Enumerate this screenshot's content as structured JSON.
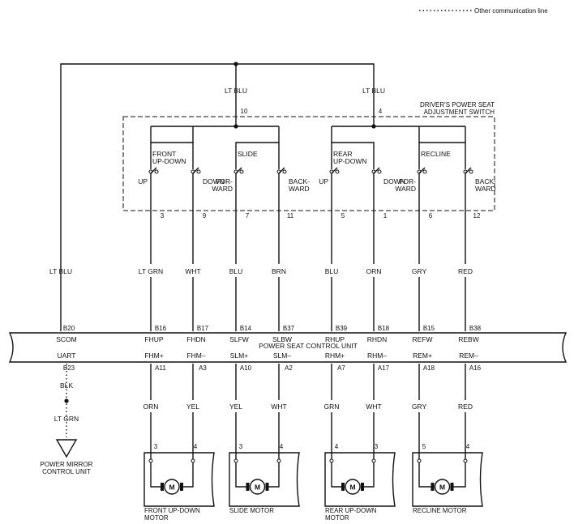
{
  "legend": {
    "text": "Other communication line"
  },
  "switch": {
    "title_line1": "DRIVER'S POWER SEAT",
    "title_line2": "ADJUSTMENT SWITCH",
    "feed_left": {
      "wire": "LT BLU",
      "pin": "10"
    },
    "feed_right": {
      "wire": "LT BLU",
      "pin": "4"
    },
    "groups": [
      {
        "line1": "FRONT",
        "line2": "UP-DOWN",
        "a1": "UP",
        "a2": "",
        "b1": "DOWN",
        "b2": ""
      },
      {
        "line1": "SLIDE",
        "line2": "",
        "a1": "FOR-",
        "a2": "WARD",
        "b1": "BACK-",
        "b2": "WARD"
      },
      {
        "line1": "REAR",
        "line2": "UP-DOWN",
        "a1": "UP",
        "a2": "",
        "b1": "DOWN",
        "b2": ""
      },
      {
        "line1": "RECLINE",
        "line2": "",
        "a1": "FOR-",
        "a2": "WARD",
        "b1": "BACK-",
        "b2": "WARD"
      }
    ],
    "pins": [
      "3",
      "9",
      "7",
      "11",
      "5",
      "1",
      "6",
      "12"
    ]
  },
  "upper_wires": [
    "LT GRN",
    "WHT",
    "BLU",
    "BRN",
    "BLU",
    "ORN",
    "GRY",
    "RED"
  ],
  "left_wire": {
    "color": "LT BLU",
    "top_pin": "B20",
    "top_signal": "SCOM",
    "bottom_signal": "UART",
    "bottom_pin": "B23"
  },
  "unit": {
    "name": "POWER SEAT CONTROL UNIT",
    "top_pins": [
      "B16",
      "B17",
      "B14",
      "B37",
      "B39",
      "B18",
      "B15",
      "B38"
    ],
    "top_signals": [
      "FHUP",
      "FHDN",
      "SLFW",
      "SLBW",
      "RHUP",
      "RHDN",
      "REFW",
      "REBW"
    ],
    "bottom_signals": [
      "FHM+",
      "FHM–",
      "SLM+",
      "SLM–",
      "RHM+",
      "RHM–",
      "REM+",
      "REM–"
    ],
    "bottom_pins": [
      "A11",
      "A3",
      "A10",
      "A2",
      "A7",
      "A17",
      "A18",
      "A16"
    ]
  },
  "lower_wires": [
    "ORN",
    "YEL",
    "YEL",
    "WHT",
    "GRN",
    "WHT",
    "GRY",
    "RED"
  ],
  "uart_wires": [
    "BLK",
    "LT GRN"
  ],
  "mirror_unit": {
    "line1": "POWER MIRROR",
    "line2": "CONTROL UNIT"
  },
  "motors": [
    {
      "pins": [
        "3",
        "4"
      ],
      "label_line1": "FRONT UP-DOWN",
      "label_line2": "MOTOR",
      "symbol": "M"
    },
    {
      "pins": [
        "3",
        "4"
      ],
      "label_line1": "SLIDE MOTOR",
      "label_line2": "",
      "symbol": "M"
    },
    {
      "pins": [
        "4",
        "3"
      ],
      "label_line1": "REAR UP-DOWN",
      "label_line2": "MOTOR",
      "symbol": "M"
    },
    {
      "pins": [
        "5",
        "4"
      ],
      "label_line1": "RECLINE MOTOR",
      "label_line2": "",
      "symbol": "M"
    }
  ]
}
